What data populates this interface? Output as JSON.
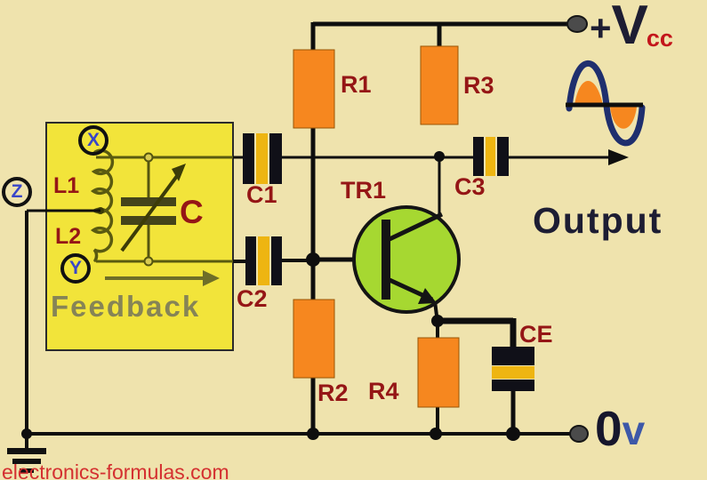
{
  "watermark": {
    "text": "electronics-formulas.com"
  },
  "tank": {
    "terminal_x": "X",
    "terminal_y": "Y",
    "terminal_z": "Z",
    "inductor_top": "L1",
    "inductor_bottom": "L2",
    "variable_capacitor": "C",
    "caption": "Feedback"
  },
  "components": {
    "r1": "R1",
    "r2": "R2",
    "r3": "R3",
    "r4": "R4",
    "c1": "C1",
    "c2": "C2",
    "c3": "C3",
    "ce": "CE",
    "tr1": "TR1"
  },
  "rails": {
    "supply_plus": "+",
    "supply_v": "V",
    "supply_sub": "cc",
    "ground_zero": "0",
    "ground_volt": "v"
  },
  "output_label": "Output",
  "icons": {
    "sine_wave": "sine-wave-icon",
    "ground": "ground-icon",
    "output_arrow": "output-arrow-icon",
    "feedback_arrow": "feedback-arrow-icon",
    "tuning_arrow": "tuning-arrow-icon"
  },
  "colors": {
    "background": "#efe3ad",
    "tank_box_yellow": "#f2e43a",
    "resistor_orange": "#f6871f",
    "capacitor_gold": "#eeb511",
    "transistor_green": "#a6d831",
    "label_dark_red": "#951616",
    "wire_black": "#0e0e0e",
    "text_navy": "#1d1d33",
    "accent_red": "#c3151b",
    "feedback_olive": "#74745c",
    "badge_blue": "#3946c8",
    "site_red": "#d43030"
  }
}
